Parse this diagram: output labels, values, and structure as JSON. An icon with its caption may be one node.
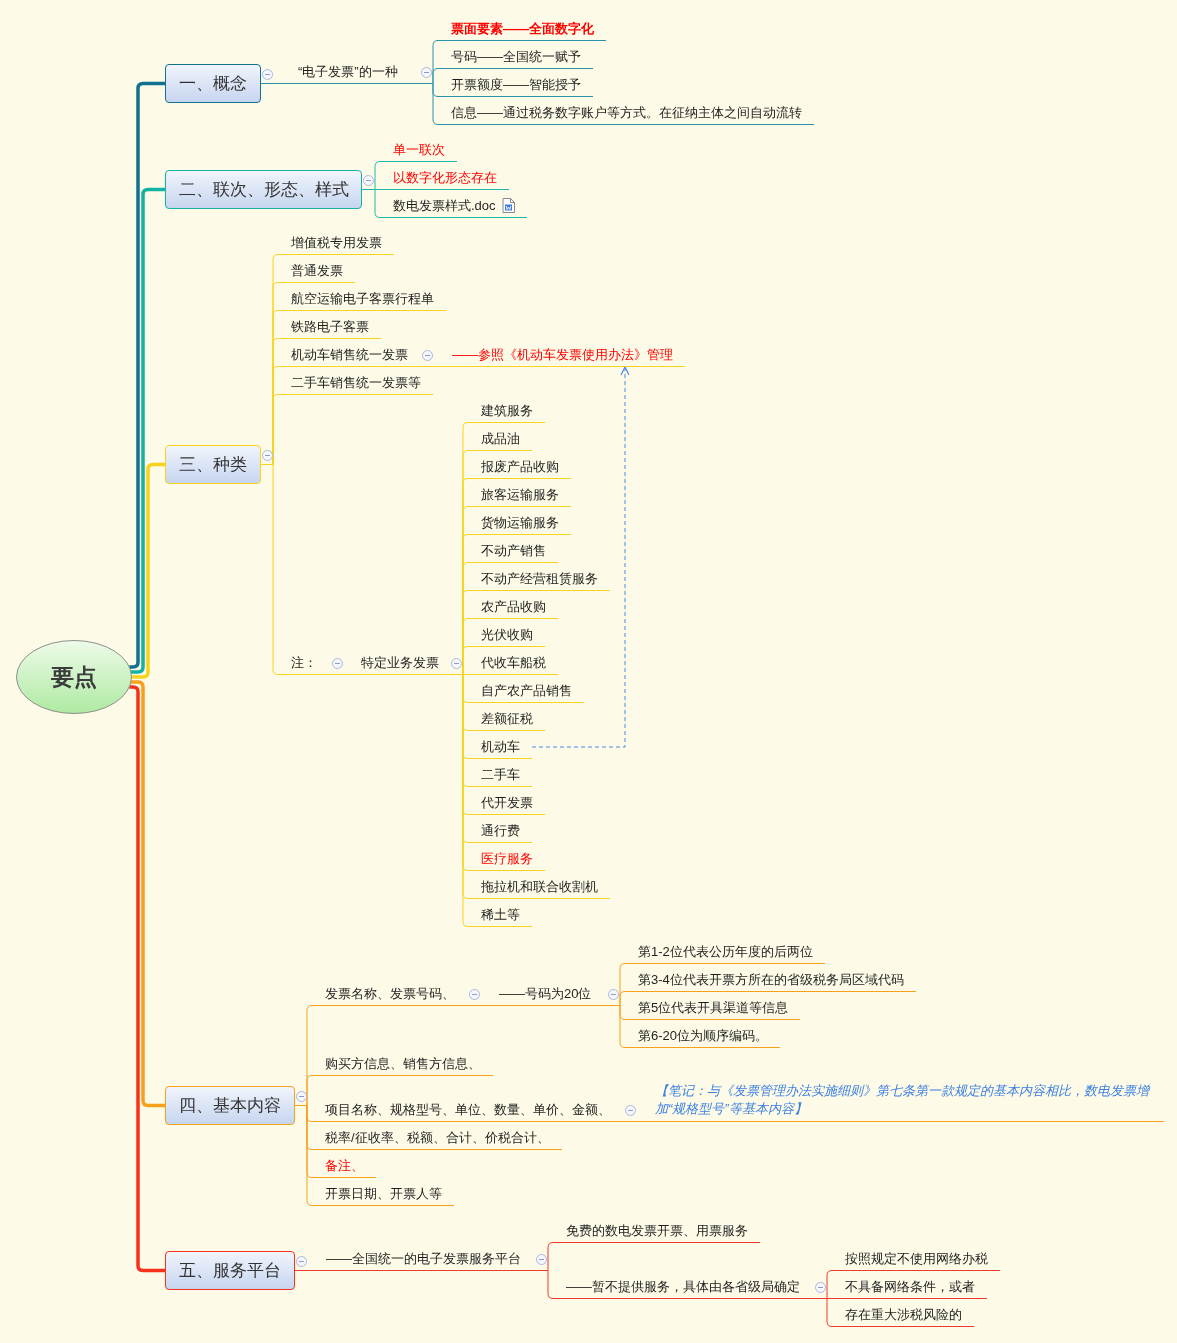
{
  "diagram": {
    "nodes": [
      {
        "text": [
          "要点"
        ]
      },
      {
        "text": [
          "一、概念"
        ]
      },
      {
        "text": [
          "“电子发票”的一种"
        ]
      },
      {
        "text": [
          "票面要素——全面数字化"
        ]
      },
      {
        "text": [
          "号码——全国统一赋予"
        ]
      },
      {
        "text": [
          "开票额度——智能授予"
        ]
      },
      {
        "text": [
          "信息——通过税务数字账户等方式。在征纳主体之间自动流转"
        ]
      },
      {
        "text": [
          "二、联次、形态、样式"
        ]
      },
      {
        "text": [
          "单一联次"
        ]
      },
      {
        "text": [
          "以数字化形态存在"
        ]
      },
      {
        "text": [
          "数电发票样式.doc"
        ]
      },
      {
        "text": [
          "三、种类"
        ]
      },
      {
        "text": [
          "增值税专用发票"
        ]
      },
      {
        "text": [
          "普通发票"
        ]
      },
      {
        "text": [
          "航空运输电子客票行程单"
        ]
      },
      {
        "text": [
          "铁路电子客票"
        ]
      },
      {
        "text": [
          "机动车销售统一发票"
        ]
      },
      {
        "text": [
          "——参照《机动车发票使用办法》管理"
        ]
      },
      {
        "text": [
          "二手车销售统一发票等"
        ]
      },
      {
        "text": [
          "注："
        ]
      },
      {
        "text": [
          "特定业务发票"
        ]
      },
      {
        "text": [
          "建筑服务"
        ]
      },
      {
        "text": [
          "成品油"
        ]
      },
      {
        "text": [
          "报废产品收购"
        ]
      },
      {
        "text": [
          "旅客运输服务"
        ]
      },
      {
        "text": [
          "货物运输服务"
        ]
      },
      {
        "text": [
          "不动产销售"
        ]
      },
      {
        "text": [
          "不动产经营租赁服务"
        ]
      },
      {
        "text": [
          "农产品收购"
        ]
      },
      {
        "text": [
          "光伏收购"
        ]
      },
      {
        "text": [
          "代收车船税"
        ]
      },
      {
        "text": [
          "自产农产品销售"
        ]
      },
      {
        "text": [
          "差额征税"
        ]
      },
      {
        "text": [
          "机动车"
        ]
      },
      {
        "text": [
          "二手车"
        ]
      },
      {
        "text": [
          "代开发票"
        ]
      },
      {
        "text": [
          "通行费"
        ]
      },
      {
        "text": [
          "医疗服务"
        ]
      },
      {
        "text": [
          "拖拉机和联合收割机"
        ]
      },
      {
        "text": [
          "稀土等"
        ]
      },
      {
        "text": [
          "四、基本内容"
        ]
      },
      {
        "text": [
          "发票名称、发票号码、"
        ]
      },
      {
        "text": [
          "——号码为20位"
        ]
      },
      {
        "text": [
          "第1-2位代表公历年度的后两位"
        ]
      },
      {
        "text": [
          "第3-4位代表开票方所在的省级税务局区域代码"
        ]
      },
      {
        "text": [
          "第5位代表开具渠道等信息"
        ]
      },
      {
        "text": [
          "第6-20位为顺序编码。"
        ]
      },
      {
        "text": [
          "购买方信息、销售方信息、"
        ]
      },
      {
        "text": [
          "项目名称、规格型号、单位、数量、单价、金额、"
        ]
      },
      {
        "text": [
          "【笔记：与《发票管理办法实施细则》第七条第一款规定的基本内容相比，数电发票增加“规格型号”等基本内容】"
        ]
      },
      {
        "text": [
          "税率/征收率、税额、合计、价税合计、"
        ]
      },
      {
        "text": [
          "备注、"
        ]
      },
      {
        "text": [
          "开票日期、开票人等"
        ]
      },
      {
        "text": [
          "五、服务平台"
        ]
      },
      {
        "text": [
          "——全国统一的电子发票服务平台"
        ]
      },
      {
        "text": [
          "免费的数电发票开票、用票服务"
        ]
      },
      {
        "text": [
          "——暂不提供服务，具体由各省级局确定"
        ]
      },
      {
        "text": [
          "按照规定不使用网络办税"
        ]
      },
      {
        "text": [
          "不具备网络条件，或者"
        ]
      },
      {
        "text": [
          "存在重大涉税风险的"
        ]
      }
    ],
    "edges": [
      {
        "from": 0,
        "to": 1,
        "arrow": "none",
        "style": "thick",
        "color": "#11718f"
      },
      {
        "from": 0,
        "to": 7,
        "arrow": "none",
        "style": "thick",
        "color": "#14b2a3"
      },
      {
        "from": 0,
        "to": 11,
        "arrow": "none",
        "style": "thick"
      },
      {
        "from": 0,
        "to": 40,
        "arrow": "none",
        "style": "thick",
        "color": "#f5a11b"
      },
      {
        "from": 0,
        "to": 53,
        "arrow": "none",
        "style": "thick",
        "color": "#f7321c"
      },
      {
        "from": 1,
        "to": 2,
        "arrow": "none",
        "color": "#2990aa"
      },
      {
        "from": 2,
        "to": 3,
        "arrow": "none",
        "color": "#2990aa"
      },
      {
        "from": 2,
        "to": 4,
        "arrow": "none",
        "color": "#2990aa"
      },
      {
        "from": 2,
        "to": 5,
        "arrow": "none",
        "color": "#2990aa"
      },
      {
        "from": 2,
        "to": 6,
        "arrow": "none",
        "color": "#2990aa"
      },
      {
        "from": 7,
        "to": 8,
        "arrow": "none",
        "color": "#1db8a9"
      },
      {
        "from": 7,
        "to": 9,
        "arrow": "none",
        "color": "#1db8a9"
      },
      {
        "from": 7,
        "to": 10,
        "arrow": "none",
        "color": "#1db8a9"
      },
      {
        "from": 11,
        "to": 12,
        "arrow": "none"
      },
      {
        "from": 11,
        "to": 13,
        "arrow": "none"
      },
      {
        "from": 11,
        "to": 14,
        "arrow": "none"
      },
      {
        "from": 11,
        "to": 15,
        "arrow": "none"
      },
      {
        "from": 11,
        "to": 16,
        "arrow": "none"
      },
      {
        "from": 16,
        "to": 17,
        "arrow": "none"
      },
      {
        "from": 11,
        "to": 18,
        "arrow": "none"
      },
      {
        "from": 11,
        "to": 19,
        "arrow": "none"
      },
      {
        "from": 19,
        "to": 20,
        "arrow": "none"
      },
      {
        "from": 20,
        "to": 21,
        "arrow": "none"
      },
      {
        "from": 20,
        "to": 22,
        "arrow": "none"
      },
      {
        "from": 20,
        "to": 23,
        "arrow": "none"
      },
      {
        "from": 20,
        "to": 24,
        "arrow": "none"
      },
      {
        "from": 20,
        "to": 25,
        "arrow": "none"
      },
      {
        "from": 20,
        "to": 26,
        "arrow": "none"
      },
      {
        "from": 20,
        "to": 27,
        "arrow": "none"
      },
      {
        "from": 20,
        "to": 28,
        "arrow": "none"
      },
      {
        "from": 20,
        "to": 29,
        "arrow": "none"
      },
      {
        "from": 20,
        "to": 30,
        "arrow": "none"
      },
      {
        "from": 20,
        "to": 31,
        "arrow": "none"
      },
      {
        "from": 20,
        "to": 32,
        "arrow": "none"
      },
      {
        "from": 20,
        "to": 33,
        "arrow": "none"
      },
      {
        "from": 20,
        "to": 34,
        "arrow": "none"
      },
      {
        "from": 20,
        "to": 35,
        "arrow": "none"
      },
      {
        "from": 20,
        "to": 36,
        "arrow": "none"
      },
      {
        "from": 20,
        "to": 37,
        "arrow": "none"
      },
      {
        "from": 20,
        "to": 38,
        "arrow": "none"
      },
      {
        "from": 20,
        "to": 39,
        "arrow": "none"
      },
      {
        "from": 40,
        "to": 41,
        "arrow": "none",
        "color": "#f5a11b"
      },
      {
        "from": 41,
        "to": 42,
        "arrow": "none",
        "color": "#f5a11b"
      },
      {
        "from": 42,
        "to": 43,
        "arrow": "none",
        "color": "#f5a11b"
      },
      {
        "from": 42,
        "to": 44,
        "arrow": "none",
        "color": "#f5a11b"
      },
      {
        "from": 42,
        "to": 45,
        "arrow": "none",
        "color": "#f5a11b"
      },
      {
        "from": 42,
        "to": 46,
        "arrow": "none",
        "color": "#f5a11b"
      },
      {
        "from": 40,
        "to": 47,
        "arrow": "none",
        "color": "#f5a11b"
      },
      {
        "from": 40,
        "to": 48,
        "arrow": "none",
        "color": "#f5a11b"
      },
      {
        "from": 48,
        "to": 49,
        "arrow": "none",
        "color": "#f5a11b"
      },
      {
        "from": 40,
        "to": 50,
        "arrow": "none",
        "color": "#f5a11b"
      },
      {
        "from": 40,
        "to": 51,
        "arrow": "none",
        "color": "#f5a11b"
      },
      {
        "from": 40,
        "to": 52,
        "arrow": "none",
        "color": "#f5a11b"
      },
      {
        "from": 53,
        "to": 54,
        "arrow": "none",
        "color": "#f0392a"
      },
      {
        "from": 54,
        "to": 55,
        "arrow": "none",
        "color": "#f0392a"
      },
      {
        "from": 54,
        "to": 56,
        "arrow": "none",
        "color": "#f0392a"
      },
      {
        "from": 56,
        "to": 57,
        "arrow": "none",
        "color": "#f0392a"
      },
      {
        "from": 56,
        "to": 58,
        "arrow": "none",
        "color": "#f0392a"
      },
      {
        "from": 56,
        "to": 59,
        "arrow": "none",
        "color": "#f0392a"
      },
      {
        "from": 33,
        "to": 17,
        "arrow": "to",
        "style": "dashed",
        "color": "#4a86e8"
      }
    ]
  }
}
